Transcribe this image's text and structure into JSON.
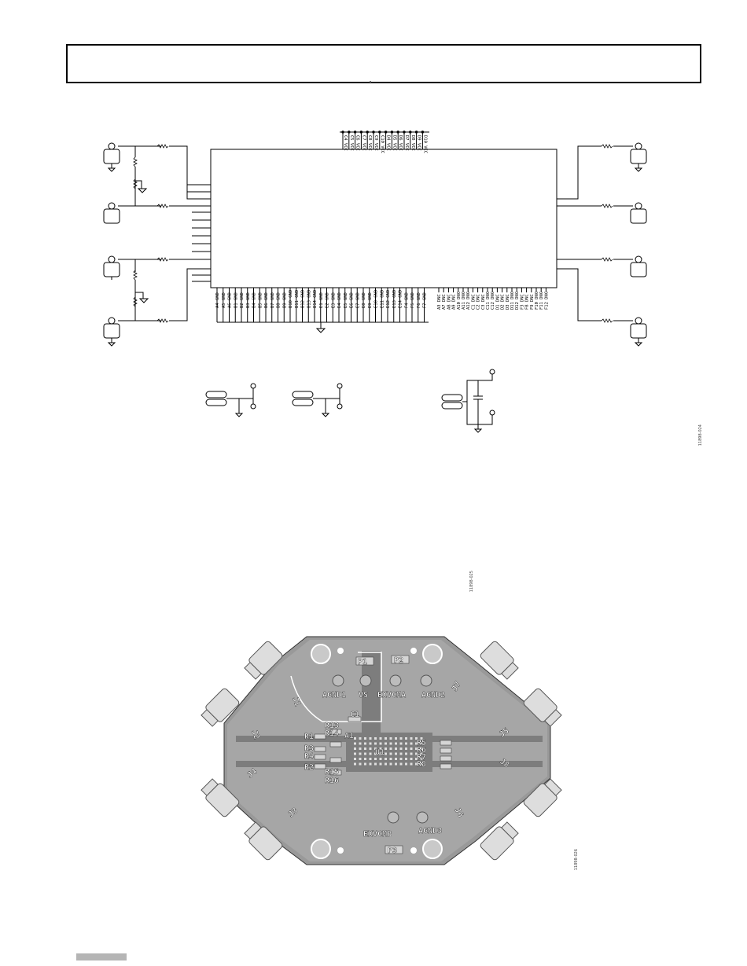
{
  "page": {
    "figure_ids": [
      "11898-024",
      "11898-025",
      "11898-026"
    ]
  },
  "schematic": {
    "vcc_pins": [
      "C4",
      "C5",
      "C6",
      "C7",
      "C8",
      "C9",
      "C10",
      "D4",
      "D5",
      "D6",
      "D7",
      "D8",
      "D9",
      "D10"
    ],
    "vcc_label": "VCC",
    "gnd_label": "GND",
    "dnc_label": "DNC",
    "gnd_pins": [
      "A4",
      "A5",
      "A6",
      "B1",
      "B2",
      "B3",
      "B4",
      "B5",
      "B6",
      "B7",
      "B8",
      "B9",
      "B10",
      "B11",
      "B12",
      "B13",
      "B14",
      "E1",
      "E2",
      "E3",
      "E4",
      "E5",
      "E6",
      "E7",
      "E8",
      "E9",
      "E10",
      "E11",
      "E12",
      "E13",
      "E14",
      "F4",
      "F5",
      "F6",
      "F7"
    ],
    "dnc_pins": [
      "A3",
      "A7",
      "A8",
      "A9",
      "A10",
      "A11",
      "A12",
      "C1",
      "C2",
      "C3",
      "C11",
      "C12",
      "D1",
      "D2",
      "D3",
      "D11",
      "D12",
      "F3",
      "F8",
      "F9",
      "F10",
      "F11",
      "F12"
    ]
  },
  "pcb": {
    "labels": {
      "p1": "P1",
      "p2": "P2",
      "p3": "P3",
      "agnd1": "AGND1",
      "vs": "VS",
      "exvcma": "EXVCMA",
      "agnd2": "AGND2",
      "exvcmb": "EXVCMB",
      "agnd3": "AGND3",
      "c1": "C1",
      "a1": "A1",
      "u1": "U1",
      "r13": "R13",
      "r14": "R14",
      "r1": "R1",
      "r3": "R3",
      "r4": "R4",
      "r2": "R2",
      "r15": "R15",
      "r16": "R16",
      "r5": "R5",
      "r6": "R6",
      "r7": "R7",
      "r8": "R8",
      "j1": "J1",
      "j2": "J2",
      "j3": "J3",
      "j4": "J4",
      "j5": "J5",
      "j6": "J6",
      "j7": "J7",
      "j8": "J8"
    }
  }
}
